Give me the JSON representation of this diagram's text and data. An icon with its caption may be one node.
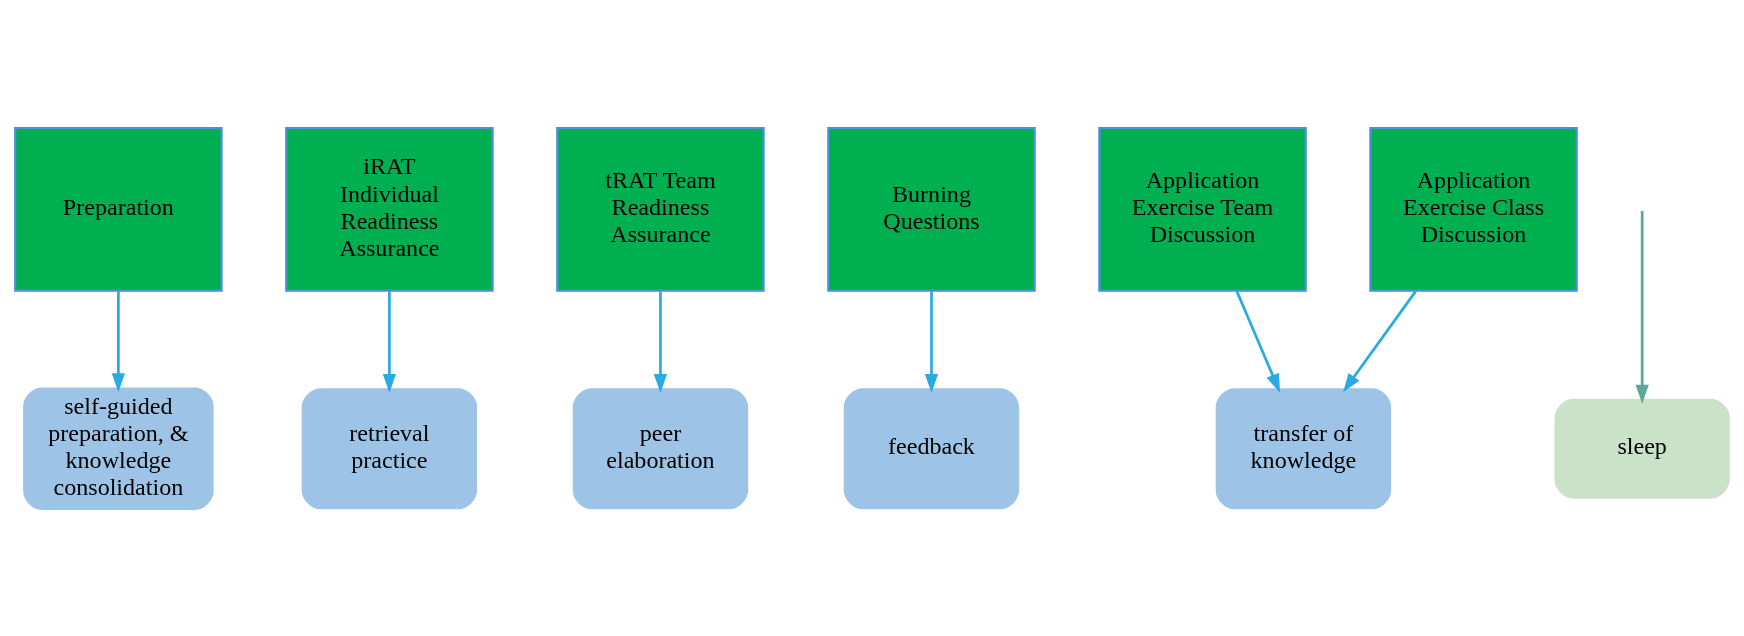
{
  "diagram": {
    "nodes": [
      {
        "text": [
          "Preparation"
        ]
      },
      {
        "text": [
          "iRAT Individual Readiness Assurance"
        ]
      },
      {
        "text": [
          "tRAT Team Readiness Assurance"
        ]
      },
      {
        "text": [
          "Burning Questions"
        ]
      },
      {
        "text": [
          "Application Exercise Team Discussion"
        ]
      },
      {
        "text": [
          "Application Exercise Class Discussion"
        ]
      },
      {
        "text": [
          "self-guided preparation, & knowledge consolidation"
        ]
      },
      {
        "text": [
          "retrieval practice"
        ]
      },
      {
        "text": [
          "peer elaboration"
        ]
      },
      {
        "text": [
          "feedback"
        ]
      },
      {
        "text": [
          "transfer of knowledge"
        ]
      },
      {
        "text": [
          "sleep"
        ]
      }
    ],
    "edges": [
      {
        "from": 0,
        "to": 6,
        "arrow": "to"
      },
      {
        "from": null,
        "to": 11,
        "arrow": "to",
        "color": "#5fa59a"
      },
      {
        "from": 1,
        "to": 7,
        "arrow": "to"
      },
      {
        "from": 2,
        "to": 8,
        "arrow": "to"
      },
      {
        "from": 3,
        "to": 9,
        "arrow": "to"
      },
      {
        "from": 4,
        "to": 10,
        "arrow": "to"
      },
      {
        "from": 5,
        "to": 10,
        "arrow": "to"
      }
    ]
  }
}
